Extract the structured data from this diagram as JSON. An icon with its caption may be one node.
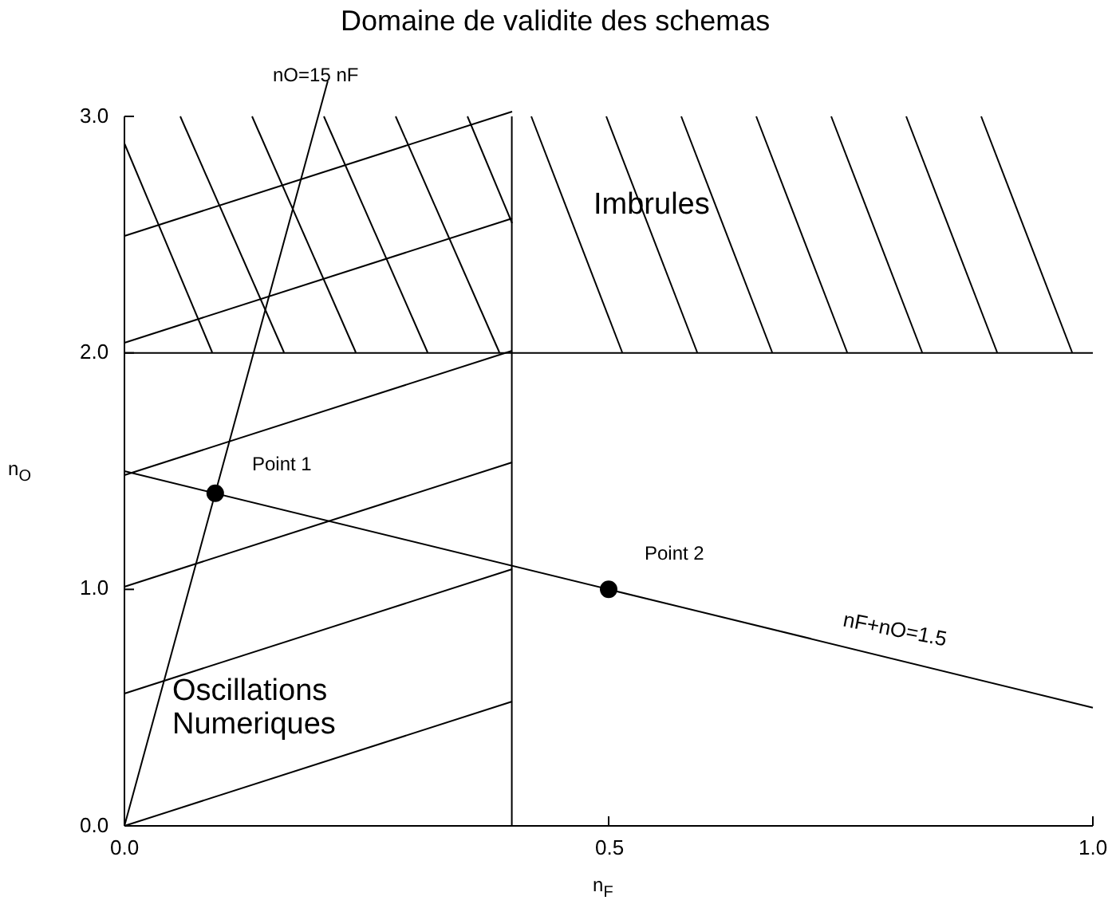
{
  "diagram": {
    "title": "Domaine de validite des schemas",
    "labels": [
      "nO=15 nF",
      "3.0",
      "Imbrules",
      "2.0",
      "n$_{O}$",
      "Point 1",
      "Point 2",
      "1.0",
      "nF+nO=1.5",
      "Oscillations Numeriques",
      "0.0",
      "0.0",
      "0.5",
      "1.0",
      "n$_{F}$"
    ]
  }
}
